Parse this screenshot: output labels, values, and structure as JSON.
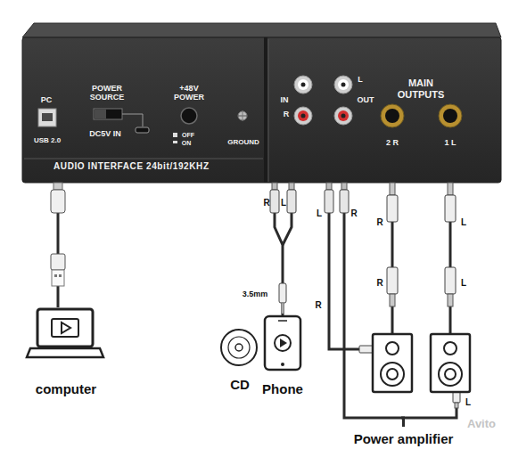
{
  "diagram": {
    "nodes": [
      {
        "text": [
          "AUDIO INTERFACE 24bit/192KHZ"
        ]
      },
      {
        "text": [
          "computer"
        ]
      },
      {
        "text": [
          "CD"
        ]
      },
      {
        "text": [
          "Phone"
        ]
      },
      {
        "text": [
          "Power amplifier"
        ]
      }
    ],
    "edges": [
      {
        "from": 0,
        "to": 1,
        "arrow": "none"
      },
      {
        "from": 0,
        "to": 3,
        "arrow": "none"
      },
      {
        "from": 0,
        "to": 4,
        "arrow": "none"
      }
    ],
    "labels": [
      "PC",
      "POWER SOURCE",
      "DC5V IN",
      "USB 2.0",
      "+48V POWER",
      "OFF",
      "ON",
      "GROUND",
      "IN",
      "L",
      "OUT",
      "R",
      "MAIN OUTPUTS",
      "2 R",
      "1 L",
      "R",
      "L",
      "L",
      "R",
      "R",
      "L",
      "3.5mm",
      "R",
      "L",
      "R",
      "L",
      "Avito"
    ]
  }
}
